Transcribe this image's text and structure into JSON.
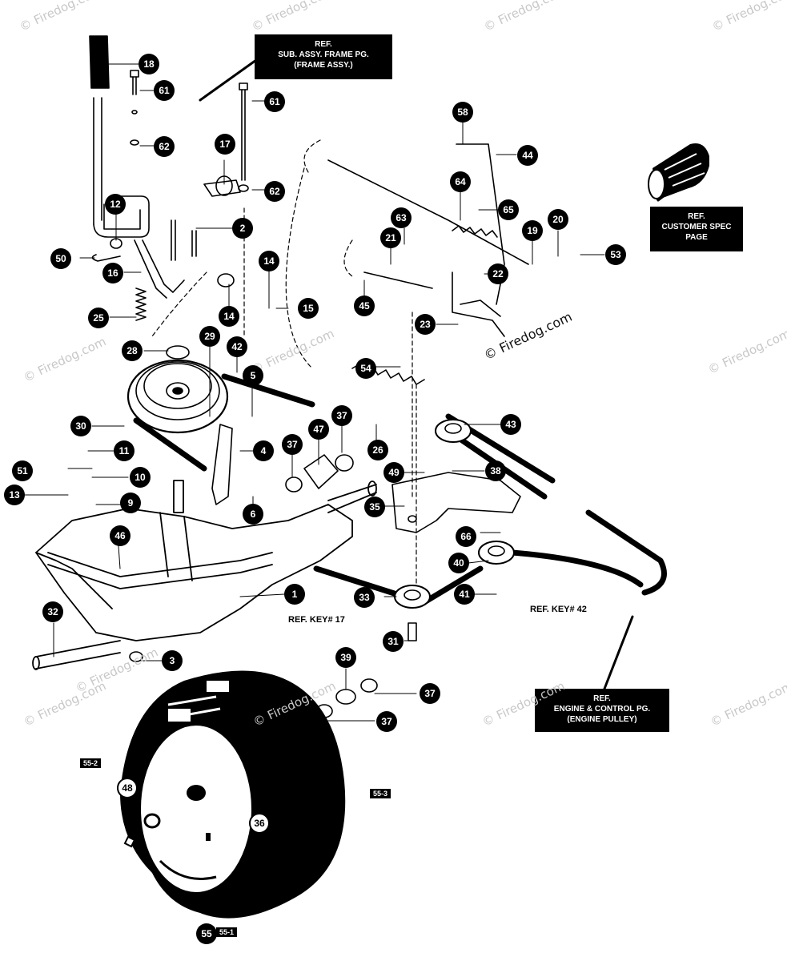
{
  "references": {
    "frame": [
      "REF.",
      "SUB. ASSY. FRAME PG.",
      "(FRAME ASSY.)"
    ],
    "customer_spec": [
      "REF.",
      "CUSTOMER SPEC",
      "PAGE"
    ],
    "engine": [
      "REF.",
      "ENGINE & CONTROL PG.",
      "(ENGINE PULLEY)"
    ],
    "key17": "REF. KEY# 17",
    "key42": "REF. KEY# 42"
  },
  "copyright": "© Firedog.com",
  "watermark": "© Firedog.com",
  "callouts": {
    "c18": "18",
    "c61a": "61",
    "c61b": "61",
    "c62a": "62",
    "c62b": "62",
    "c17": "17",
    "c12": "12",
    "c50": "50",
    "c16": "16",
    "c2": "2",
    "c25": "25",
    "c14a": "14",
    "c14b": "14",
    "c15": "15",
    "c28": "28",
    "c29": "29",
    "c42": "42",
    "c5": "5",
    "c30": "30",
    "c11": "11",
    "c4": "4",
    "c37a": "37",
    "c47": "47",
    "c37b": "37",
    "c51": "51",
    "c10": "10",
    "c13": "13",
    "c9": "9",
    "c6": "6",
    "c46": "46",
    "c1": "1",
    "c32": "32",
    "c3": "3",
    "c58": "58",
    "c44": "44",
    "c64": "64",
    "c63": "63",
    "c65": "65",
    "c20": "20",
    "c21": "21",
    "c19": "19",
    "c53": "53",
    "c45": "45",
    "c22": "22",
    "c23": "23",
    "c54": "54",
    "c26": "26",
    "c43": "43",
    "c49": "49",
    "c38": "38",
    "c35": "35",
    "c66": "66",
    "c40": "40",
    "c33": "33",
    "c41": "41",
    "c31": "31",
    "c39": "39",
    "c37c": "37",
    "c37d": "37",
    "c48": "48",
    "c36": "36",
    "c55": "55"
  },
  "tags": {
    "t552": "55-2",
    "t553": "55-3",
    "t551": "55-1"
  }
}
